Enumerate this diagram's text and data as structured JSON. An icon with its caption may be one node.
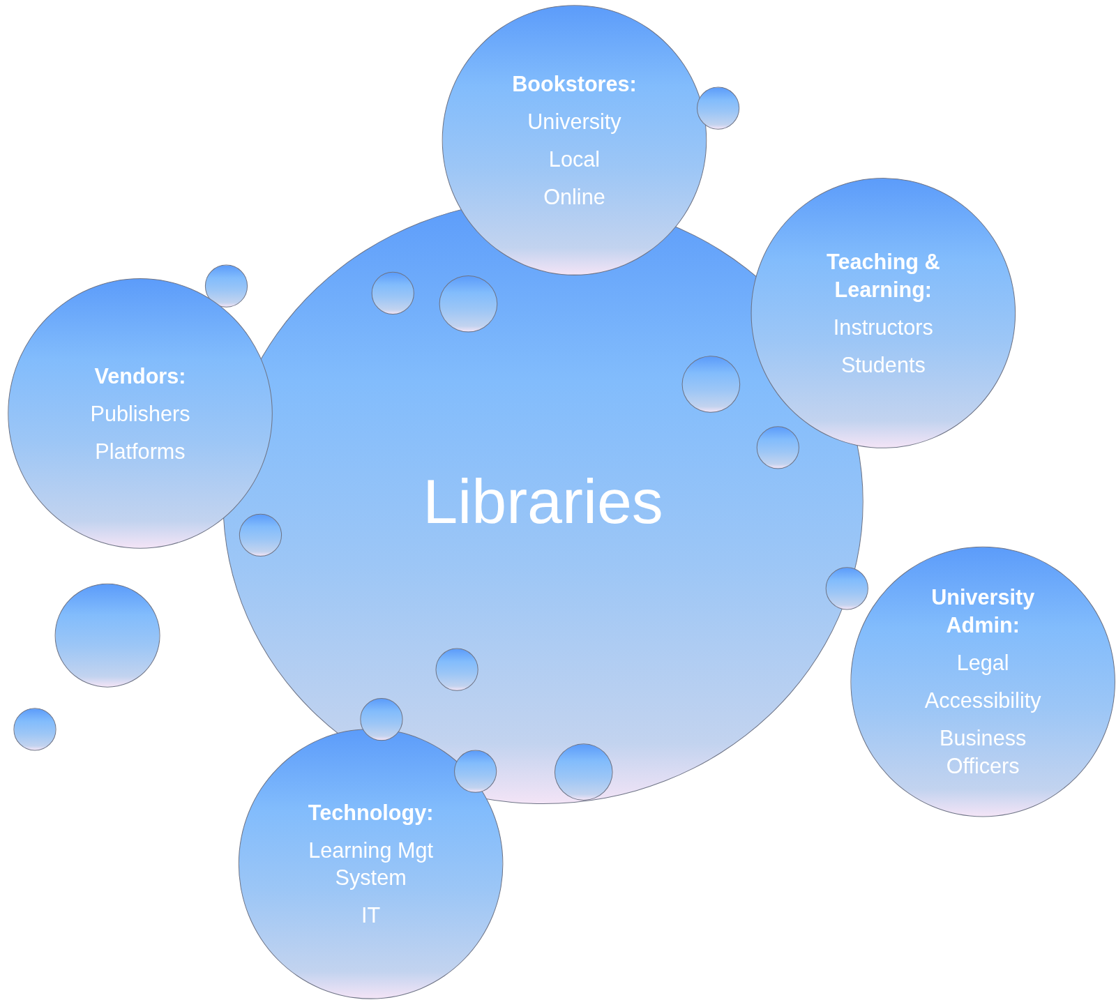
{
  "diagram": {
    "nodes": [
      {
        "text": [
          "Libraries"
        ]
      },
      {
        "text": [
          "Bookstores:",
          "University",
          "Local",
          "Online"
        ]
      },
      {
        "text": [
          "Teaching & Learning:",
          "Instructors",
          "Students"
        ]
      },
      {
        "text": [
          "Vendors:",
          "Publishers",
          "Platforms"
        ]
      },
      {
        "text": [
          "University Admin:",
          "Legal",
          "Accessibility",
          "Business Officers"
        ]
      },
      {
        "text": [
          "Technology:",
          "Learning Mgt System",
          "IT"
        ]
      },
      {
        "text": [],
        "shape": "circle"
      },
      {
        "text": [],
        "shape": "circle"
      },
      {
        "text": [],
        "shape": "circle",
        "in": 0
      },
      {
        "text": [],
        "shape": "circle",
        "in": 0
      },
      {
        "text": [],
        "shape": "circle",
        "in": 0
      },
      {
        "text": [],
        "shape": "circle",
        "in": 0
      },
      {
        "text": [],
        "shape": "circle",
        "in": 0
      },
      {
        "text": [],
        "shape": "circle"
      },
      {
        "text": [],
        "shape": "circle"
      },
      {
        "text": [],
        "shape": "circle",
        "in": 0
      },
      {
        "text": [],
        "shape": "circle"
      },
      {
        "text": [],
        "shape": "circle",
        "in": 0
      },
      {
        "text": [],
        "shape": "circle"
      },
      {
        "text": [],
        "shape": "circle",
        "in": 0
      }
    ],
    "edges": []
  }
}
